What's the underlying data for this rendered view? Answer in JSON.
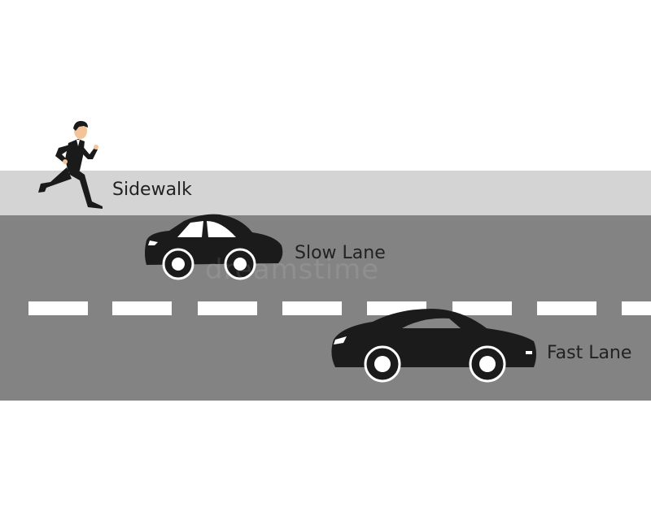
{
  "labels": {
    "sidewalk": "Sidewalk",
    "slow_lane": "Slow Lane",
    "fast_lane": "Fast Lane"
  },
  "watermark": "dreamstime",
  "colors": {
    "background": "#ffffff",
    "sidewalk": "#d4d4d4",
    "road": "#838383",
    "lane_marking": "#ffffff",
    "car": "#1b1b1b",
    "person_suit": "#1a1a1a",
    "person_skin": "#f3c39a"
  },
  "icons": [
    "running-businessman-icon",
    "slow-car-icon",
    "fast-sports-car-icon"
  ]
}
